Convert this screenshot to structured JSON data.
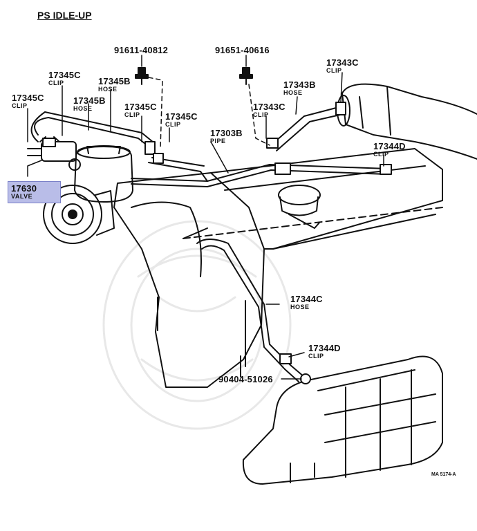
{
  "title": "PS IDLE-UP",
  "reference": "MA 5174-A",
  "highlight_color": "#b9bde8",
  "callouts": [
    {
      "id": "c1",
      "part": "91611-40812",
      "name": ""
    },
    {
      "id": "c2",
      "part": "91651-40616",
      "name": ""
    },
    {
      "id": "c3",
      "part": "17343C",
      "name": "CLIP"
    },
    {
      "id": "c4",
      "part": "17345C",
      "name": "CLIP"
    },
    {
      "id": "c5",
      "part": "17345B",
      "name": "HOSE"
    },
    {
      "id": "c6",
      "part": "17343B",
      "name": "HOSE"
    },
    {
      "id": "c7",
      "part": "17345C",
      "name": "CLIP"
    },
    {
      "id": "c8",
      "part": "17345B",
      "name": "HOSE"
    },
    {
      "id": "c9",
      "part": "17345C",
      "name": "CLIP"
    },
    {
      "id": "c10",
      "part": "17345C",
      "name": "CLIP"
    },
    {
      "id": "c11",
      "part": "17343C",
      "name": "CLIP"
    },
    {
      "id": "c12",
      "part": "17303B",
      "name": "PIPE"
    },
    {
      "id": "c13",
      "part": "17344D",
      "name": "CLIP"
    },
    {
      "id": "c14",
      "part": "17630",
      "name": "VALVE"
    },
    {
      "id": "c15",
      "part": "17344C",
      "name": "HOSE"
    },
    {
      "id": "c16",
      "part": "17344D",
      "name": "CLIP"
    },
    {
      "id": "c17",
      "part": "90404-51026",
      "name": ""
    }
  ]
}
